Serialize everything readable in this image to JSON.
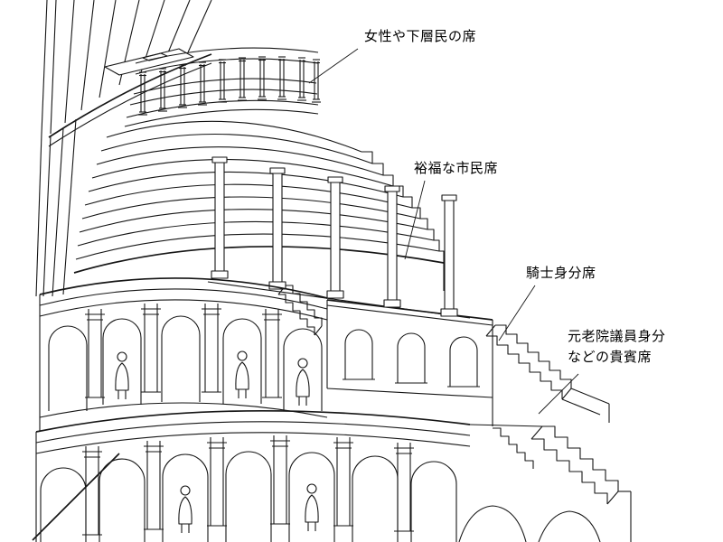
{
  "labels": [
    {
      "id": "women-lower-class",
      "text": "女性や下層民の席"
    },
    {
      "id": "wealthy-citizens",
      "text": "裕福な市民席"
    },
    {
      "id": "knight-class",
      "text": "騎士身分席"
    },
    {
      "id": "senators-vip",
      "text": "元老院議員身分\nなどの貴賓席"
    }
  ],
  "colors": {
    "line": "#161616",
    "background": "#ffffff"
  }
}
